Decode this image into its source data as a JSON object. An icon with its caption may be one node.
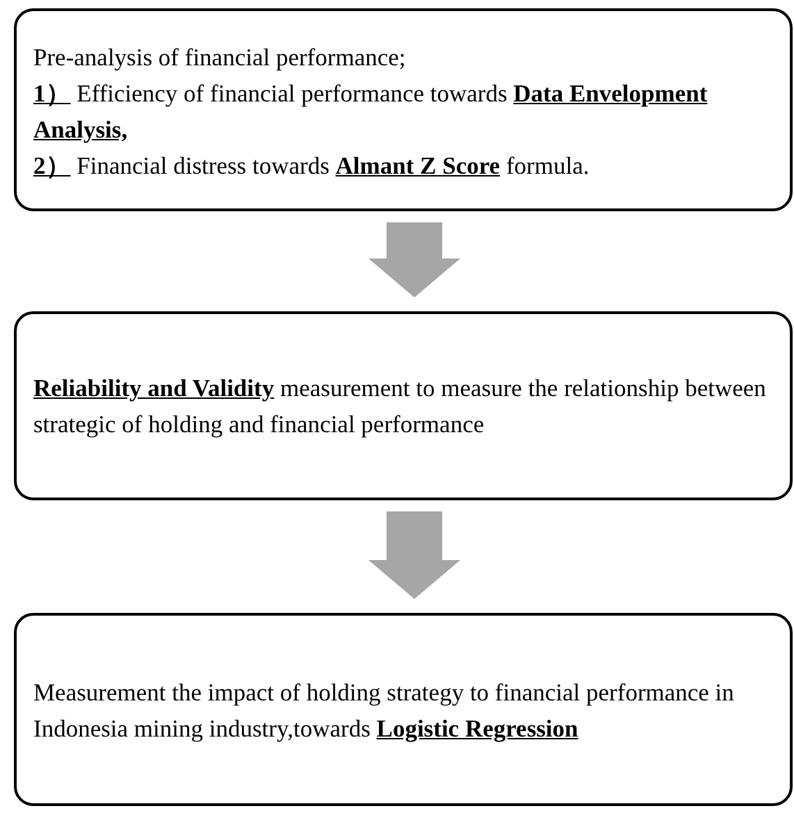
{
  "diagram": {
    "nodes": [
      {
        "text": [
          "Pre-analysis of financial performance;",
          "**1）** Efficiency of financial performance towards **Data Envelopment Analysis,**",
          "**2）** Financial distress towards **Almant Z Score** formula."
        ]
      },
      {
        "text": [
          "**Reliability and Validity** measurement to measure the relationship between strategic of holding and financial performance"
        ]
      },
      {
        "text": [
          "Measurement the impact of holding strategy to financial performance in Indonesia mining industry,towards **Logistic Regression**"
        ]
      }
    ],
    "edges": [
      {
        "from": 0,
        "to": 1,
        "arrow": "to"
      },
      {
        "from": 1,
        "to": 2,
        "arrow": "to"
      }
    ]
  }
}
